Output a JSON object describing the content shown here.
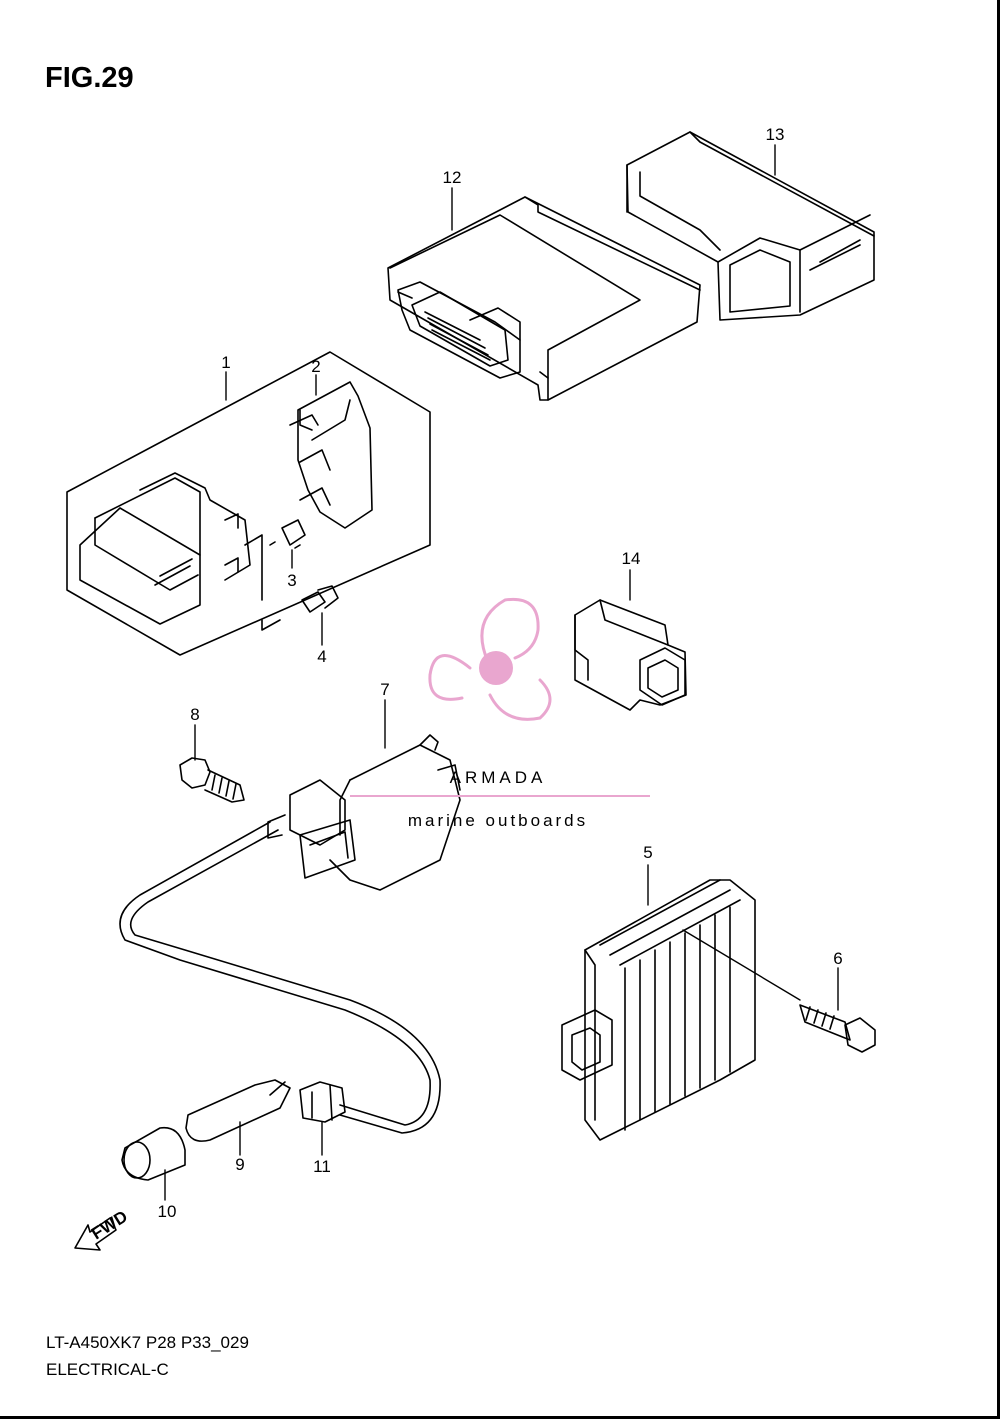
{
  "title": "FIG.29",
  "footer": {
    "model_line": "LT-A450XK7 P28 P33_029",
    "section_line": "ELECTRICAL-C"
  },
  "watermark": {
    "brand": "ARMADA",
    "tagline": "marine outboards",
    "logo_color": "#e9a6cf",
    "text_color": "#8d8d8d"
  },
  "fwd_label": "FWD",
  "callouts": [
    "1",
    "2",
    "3",
    "4",
    "5",
    "6",
    "7",
    "8",
    "9",
    "10",
    "11",
    "12",
    "13",
    "14"
  ]
}
